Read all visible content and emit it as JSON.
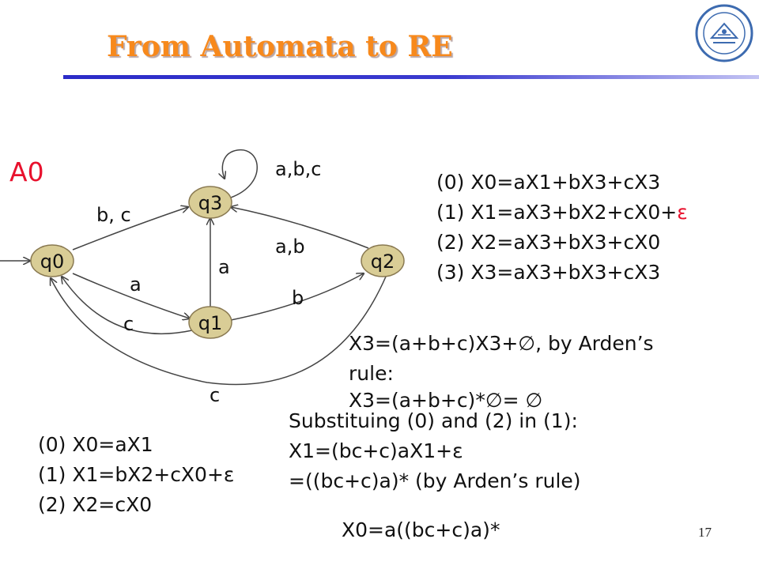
{
  "slide": {
    "title": "From Automata to RE",
    "page_number": "17",
    "automaton_name": "A0",
    "logo": "university-seal-icon"
  },
  "diagram": {
    "states": [
      {
        "id": "q0",
        "label": "q0",
        "initial": true
      },
      {
        "id": "q1",
        "label": "q1"
      },
      {
        "id": "q2",
        "label": "q2"
      },
      {
        "id": "q3",
        "label": "q3"
      }
    ],
    "edges": [
      {
        "from": "q0",
        "to": "q3",
        "label": "b, c"
      },
      {
        "from": "q0",
        "to": "q1",
        "label": "a"
      },
      {
        "from": "q1",
        "to": "q3",
        "label": "a"
      },
      {
        "from": "q1",
        "to": "q2",
        "label": "b"
      },
      {
        "from": "q1",
        "to": "q0",
        "label": "c"
      },
      {
        "from": "q2",
        "to": "q3",
        "label": "a,b"
      },
      {
        "from": "q2",
        "to": "q0",
        "label": "c"
      },
      {
        "from": "q3",
        "to": "q3",
        "label": "a,b,c"
      }
    ],
    "state_fill": "#d9cd96",
    "state_stroke": "#8a7a52"
  },
  "equations_a": {
    "lines": [
      {
        "text": "(0) X0=aX1+bX3+cX3"
      },
      {
        "text": "(1) X1=aX3+bX2+cX0+",
        "suffix": "ε"
      },
      {
        "text": "(2) X2=aX3+bX3+cX0"
      },
      {
        "text": "(3) X3=aX3+bX3+cX3"
      }
    ]
  },
  "arden": {
    "line1": "X3=(a+b+c)X3+∅, by Arden’s",
    "line2": "rule:",
    "line3": "X3=(a+b+c)*∅= ∅"
  },
  "equations_b": {
    "lines": [
      "(0) X0=aX1",
      "(1) X1=bX2+cX0+ε",
      "(2) X2=cX0"
    ]
  },
  "substitution": {
    "line1": "Substituing (0) and (2) in (1):",
    "line2": "X1=(bc+c)aX1+ε",
    "line3": "=((bc+c)a)*  (by Arden’s rule)"
  },
  "result": "X0=a((bc+c)a)*"
}
